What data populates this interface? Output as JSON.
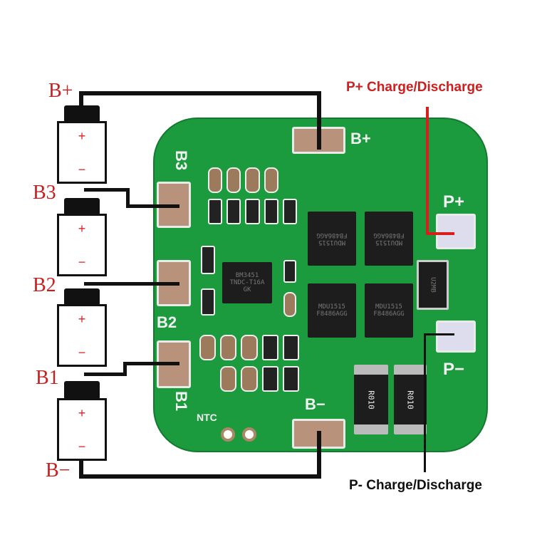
{
  "battery_labels": [
    "B+",
    "B3",
    "B2",
    "B1",
    "B−"
  ],
  "cell_marks": {
    "plus": "+",
    "minus": "−"
  },
  "callouts": {
    "p_plus": "P+ Charge/Discharge",
    "p_minus": "P- Charge/Discharge"
  },
  "board_silk": {
    "b_plus": "B+",
    "b3": "B3",
    "b2": "B2",
    "b1": "B1",
    "b_minus": "B−",
    "p_plus": "P+",
    "p_minus": "P−",
    "ntc": "NTC"
  },
  "ic": {
    "line1": "BM3451",
    "line2": "TNDC-T16A",
    "line3": "GK"
  },
  "mosfets": [
    {
      "line1": "FB486AGG",
      "line2": "MDU1515"
    },
    {
      "line1": "FB486AGG",
      "line2": "MDU1515"
    },
    {
      "line1": "MDU1515",
      "line2": "F8486AGG"
    },
    {
      "line1": "MDU1515",
      "line2": "F8486AGG"
    }
  ],
  "diode": "U2MB",
  "shunts": [
    "R010",
    "R010"
  ],
  "colors": {
    "board": "#1c9a3e",
    "label_red": "#c81e1e",
    "wire": "#111111"
  }
}
